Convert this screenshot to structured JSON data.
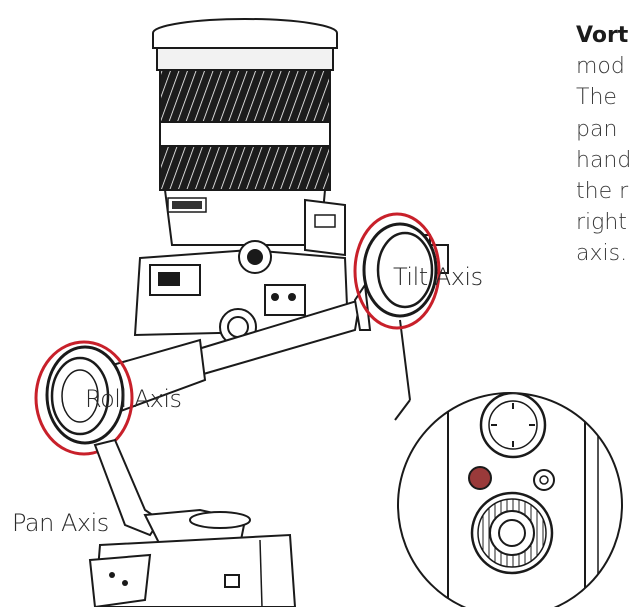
{
  "labels": {
    "tilt_axis": "Tilt Axis",
    "roll_axis": "Roll Axis",
    "pan_axis": "Pan Axis"
  },
  "side_text": {
    "title": "Vort",
    "lines": [
      "mod",
      "The",
      "pan",
      "hand",
      "the r",
      "right",
      "axis."
    ]
  },
  "colors": {
    "highlight_ring": "#c8202a",
    "line_art": "#1a1a1a",
    "button_fill": "#9a3a3a"
  },
  "icons": {
    "gimbal": "gimbal-stabilizer-illustration",
    "control_panel": "control-panel-detail-inset"
  }
}
